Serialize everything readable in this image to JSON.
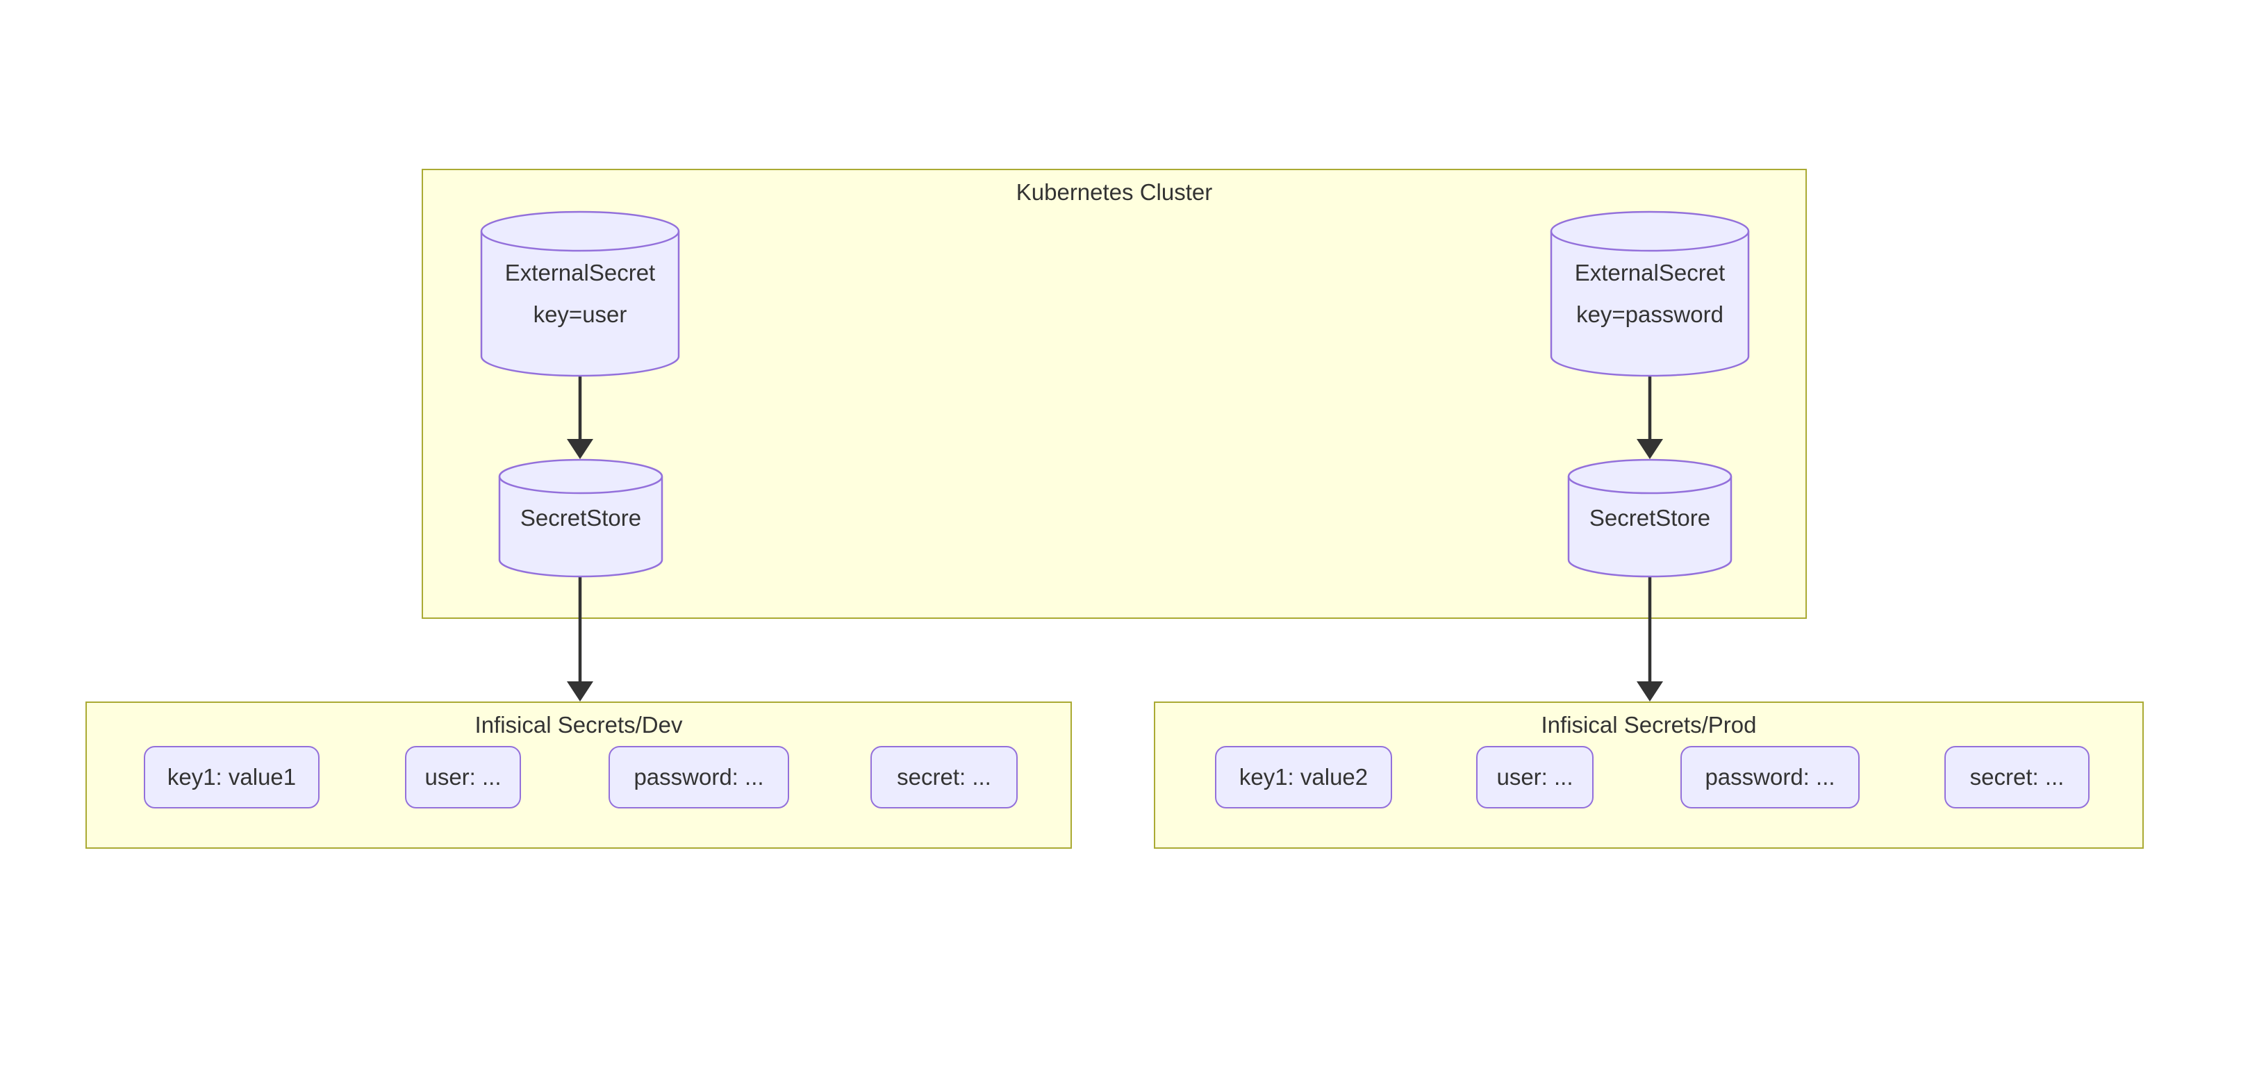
{
  "clusters": {
    "kubernetes": {
      "title": "Kubernetes Cluster"
    },
    "dev": {
      "title": "Infisical Secrets/Dev",
      "nodes": [
        "key1: value1",
        "user: ...",
        "password: ...",
        "secret: ..."
      ]
    },
    "prod": {
      "title": "Infisical Secrets/Prod",
      "nodes": [
        "key1: value2",
        "user: ...",
        "password: ...",
        "secret: ..."
      ]
    }
  },
  "nodes": {
    "external_secret_user": {
      "line1": "ExternalSecret",
      "line2": "key=user"
    },
    "external_secret_password": {
      "line1": "ExternalSecret",
      "line2": "key=password"
    },
    "secret_store_left": {
      "label": "SecretStore"
    },
    "secret_store_right": {
      "label": "SecretStore"
    }
  },
  "colors": {
    "cluster_fill": "#ffffde",
    "cluster_border": "#aaaa33",
    "node_fill": "#ECECFF",
    "node_border": "#9370DB",
    "text": "#333333",
    "arrow": "#333333",
    "bg": "#ffffff"
  }
}
